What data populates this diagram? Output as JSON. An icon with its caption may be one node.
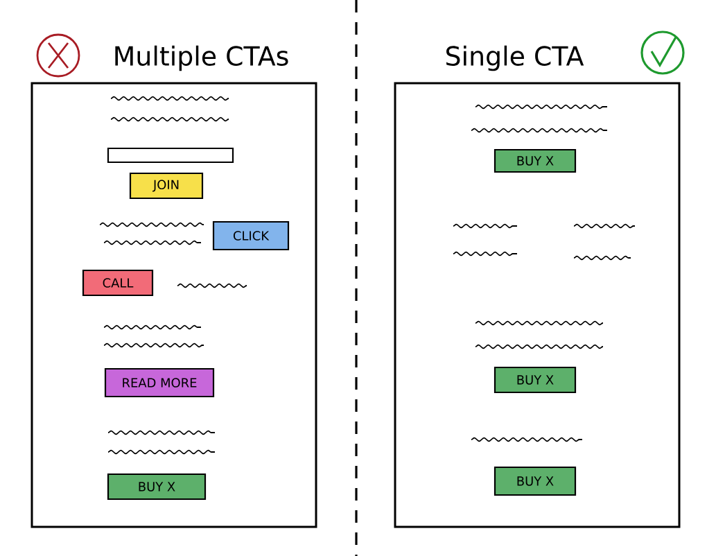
{
  "diagram": {
    "nodes": [
      {
        "text": [
          "Multiple CTAs"
        ]
      },
      {
        "text": [],
        "shape": "box",
        "in": 0
      },
      {
        "text": [
          "JOIN"
        ],
        "in": 0
      },
      {
        "text": [
          "CLICK"
        ],
        "in": 0
      },
      {
        "text": [
          "CALL"
        ],
        "in": 0
      },
      {
        "text": [
          "READ MORE"
        ],
        "in": 0
      },
      {
        "text": [
          "BUY X"
        ],
        "in": 0
      },
      {
        "text": [
          "Single CTA"
        ]
      },
      {
        "text": [
          "BUY X"
        ],
        "in": 7
      },
      {
        "text": [
          "BUY X"
        ],
        "in": 7
      },
      {
        "text": [
          "BUY X"
        ],
        "in": 7
      }
    ],
    "edges": []
  }
}
